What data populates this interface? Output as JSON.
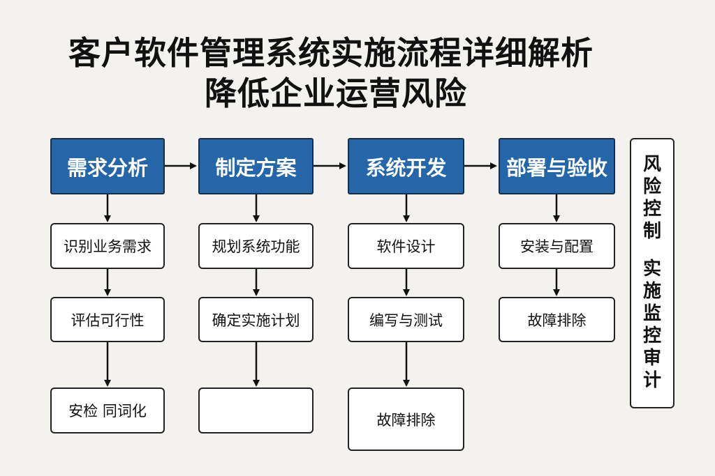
{
  "title": {
    "line1": "客户软件管理系统实施流程详细解析",
    "line2": "降低企业运营风险"
  },
  "columns": [
    {
      "head": "需求分析",
      "steps": [
        "识别业务需求",
        "评估可行性",
        "安检 同词化"
      ]
    },
    {
      "head": "制定方案",
      "steps": [
        "规划系统功能",
        "确定实施计划",
        ""
      ]
    },
    {
      "head": "系统开发",
      "steps": [
        "软件设计",
        "编写与测试",
        "故障排除"
      ]
    },
    {
      "head": "部署与验收",
      "steps": [
        "安装与配置",
        "故障排除"
      ]
    }
  ],
  "side_panel": {
    "line1": "风险控制",
    "line2": "实施监控审计"
  },
  "colors": {
    "head_fill": "#2466a8",
    "head_border": "#1c2d44",
    "box_border": "#222222",
    "background": "#f3f2ef"
  }
}
